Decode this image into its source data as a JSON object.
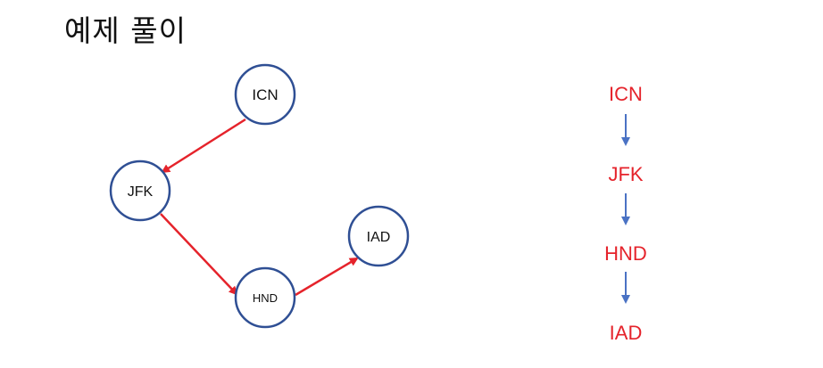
{
  "title": "예제 풀이",
  "colors": {
    "node_stroke": "#2f4f94",
    "edge": "#e5232b",
    "route_text": "#e5232b",
    "route_arrow": "#4a72c4"
  },
  "graph": {
    "nodes": [
      {
        "id": "ICN",
        "label": "ICN"
      },
      {
        "id": "JFK",
        "label": "JFK"
      },
      {
        "id": "HND",
        "label": "HND"
      },
      {
        "id": "IAD",
        "label": "IAD"
      }
    ],
    "edges": [
      {
        "from": "ICN",
        "to": "JFK"
      },
      {
        "from": "JFK",
        "to": "HND"
      },
      {
        "from": "HND",
        "to": "IAD"
      }
    ]
  },
  "route": [
    "ICN",
    "JFK",
    "HND",
    "IAD"
  ]
}
